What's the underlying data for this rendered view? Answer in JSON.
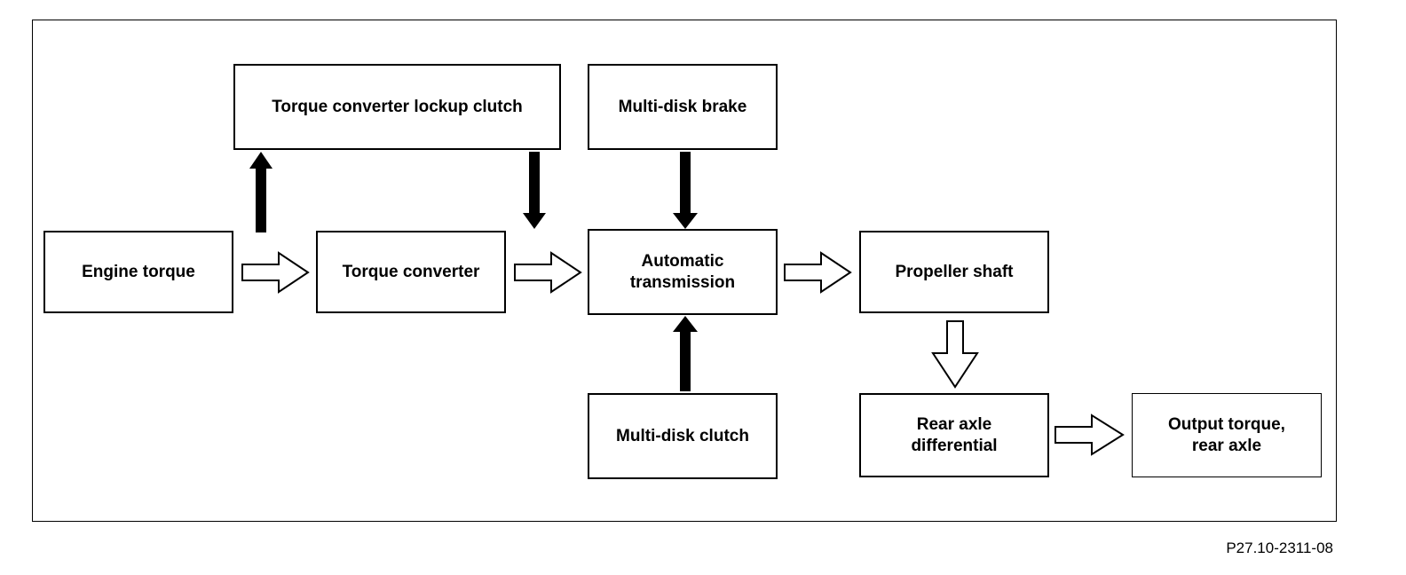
{
  "diagram": {
    "boxes": {
      "engine_torque": "Engine torque",
      "lockup_clutch": "Torque converter lockup clutch",
      "torque_converter": "Torque converter",
      "multi_disk_brake": "Multi-disk brake",
      "automatic_transmission": "Automatic\ntransmission",
      "multi_disk_clutch": "Multi-disk clutch",
      "propeller_shaft": "Propeller shaft",
      "rear_axle_differential": "Rear axle\ndifferential",
      "output_torque": "Output torque,\nrear axle"
    },
    "figure_id": "P27.10-2311-08"
  }
}
